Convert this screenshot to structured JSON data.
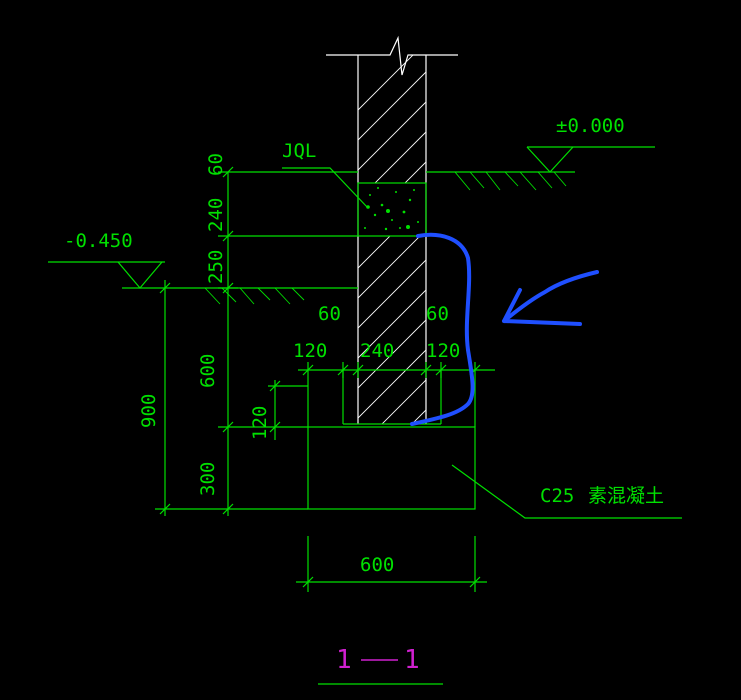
{
  "section": {
    "title_left": "1",
    "title_right": "1"
  },
  "elevations": {
    "ground_top": "±0.000",
    "ground_outside": "-0.450"
  },
  "labels": {
    "beam": "JQL",
    "concrete_grade": "C25",
    "concrete_desc": "素混凝土"
  },
  "dimensions": {
    "v_60": "60",
    "v_240": "240",
    "v_250": "250",
    "v_600": "600",
    "v_900": "900",
    "v_300": "300",
    "v_120": "120",
    "h_60_left": "60",
    "h_60_right": "60",
    "h_120_left": "120",
    "h_240": "240",
    "h_120_right": "120",
    "h_600": "600"
  },
  "colors": {
    "line": "#00e000",
    "wall": "#ffffff",
    "title": "#d020d0",
    "markup": "#1f4fff"
  }
}
